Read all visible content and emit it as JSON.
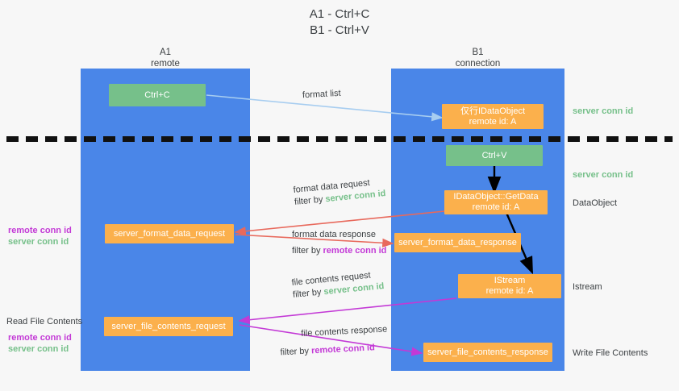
{
  "title": {
    "line1": "A1 - Ctrl+C",
    "line2": "B1 - Ctrl+V"
  },
  "colors": {
    "lane": "#4a86e8",
    "green_box": "#76c08a",
    "orange_box": "#fbb04c",
    "server_conn_id": "#76c08a",
    "remote_conn_id": "#c339d6",
    "arrow_blue": "#a7cdf0",
    "arrow_red": "#e8695c",
    "arrow_magenta": "#c339d6",
    "arrow_black": "#000000",
    "divider": "#111111",
    "background": "#f7f7f7"
  },
  "lanes": [
    {
      "name": "A1",
      "sub": "remote"
    },
    {
      "name": "B1",
      "sub": "connection"
    }
  ],
  "nodes": {
    "ctrl_c": {
      "l1": "Ctrl+C",
      "l2": ""
    },
    "idataobject": {
      "l1": "仅行IDataObject",
      "l2": "remote id: A"
    },
    "ctrl_v": {
      "l1": "Ctrl+V",
      "l2": ""
    },
    "getdata": {
      "l1": "IDataObject::GetData",
      "l2": "remote id: A"
    },
    "fmt_req": {
      "l1": "server_format_data_request",
      "l2": ""
    },
    "fmt_resp": {
      "l1": "server_format_data_response",
      "l2": ""
    },
    "istream": {
      "l1": "IStream",
      "l2": "remote id: A"
    },
    "file_req": {
      "l1": "server_file_contents_request",
      "l2": ""
    },
    "file_resp": {
      "l1": "server_file_contents_response",
      "l2": ""
    }
  },
  "edge_labels": {
    "format_list": "format list",
    "fmt_req_l1": "format data request",
    "fmt_req_filter": "filter by",
    "fmt_req_key": "server conn id",
    "fmt_resp_l1": "format data response",
    "fmt_resp_filter": "filter by",
    "fmt_resp_key": "remote conn id",
    "file_req_l1": "file contents request",
    "file_req_filter": "filter by",
    "file_req_key": "server conn id",
    "file_resp_l1": "file contents response",
    "file_resp_filter": "filter by",
    "file_resp_key": "remote conn id"
  },
  "side_labels": {
    "right_server_1": "server conn id",
    "right_server_2": "server conn id",
    "right_dataobject": "DataObject",
    "right_istream": "Istream",
    "right_write_file": "Write File Contents",
    "left_remote_1": "remote conn id",
    "left_server_1": "server conn id",
    "left_read_file": "Read File Contents",
    "left_remote_2": "remote conn id",
    "left_server_2": "server conn id"
  }
}
